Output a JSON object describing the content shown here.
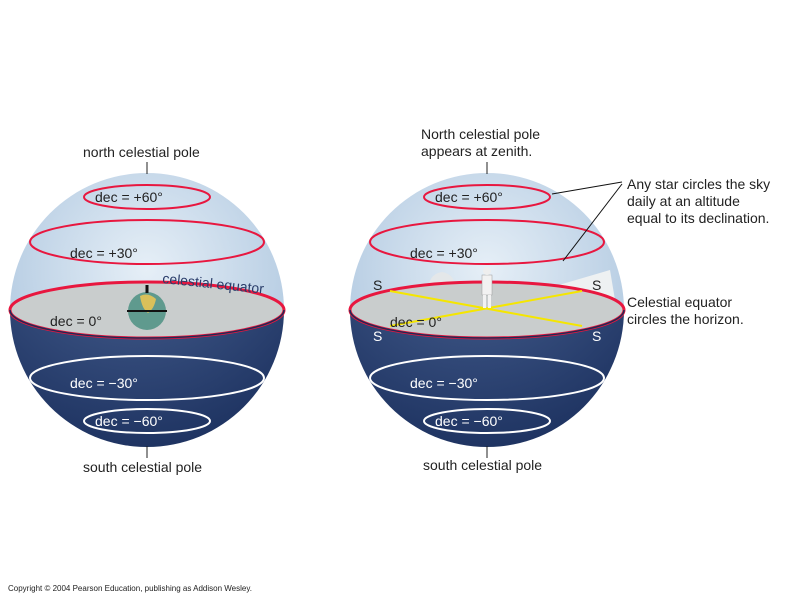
{
  "left": {
    "north_pole": "north celestial pole",
    "south_pole": "south celestial pole",
    "equator_label": "celestial equator",
    "dec_p60": "dec = +60°",
    "dec_p30": "dec = +30°",
    "dec_0": "dec = 0°",
    "dec_m30": "dec = −30°",
    "dec_m60": "dec = −60°"
  },
  "right": {
    "north_pole_line1": "North celestial pole",
    "north_pole_line2": "appears at zenith.",
    "south_pole": "south celestial pole",
    "dec_p60": "dec = +60°",
    "dec_p30": "dec = +30°",
    "dec_0": "dec = 0°",
    "dec_m30": "dec = −30°",
    "dec_m60": "dec = −60°",
    "horizon_s_nw": "S",
    "horizon_s_ne": "S",
    "horizon_s_sw": "S",
    "horizon_s_se": "S",
    "star_note_line1": "Any star circles the sky",
    "star_note_line2": "daily at an altitude",
    "star_note_line3": "equal to its declination.",
    "equator_note_line1": "Celestial equator",
    "equator_note_line2": "circles the horizon."
  },
  "copyright": "Copyright © 2004 Pearson Education, publishing as Addison Wesley.",
  "colors": {
    "sky_top": "#c3d7ea",
    "sky_bottom": "#2d4674",
    "red": "#e8173f",
    "horizon": "#c9cdcd"
  }
}
